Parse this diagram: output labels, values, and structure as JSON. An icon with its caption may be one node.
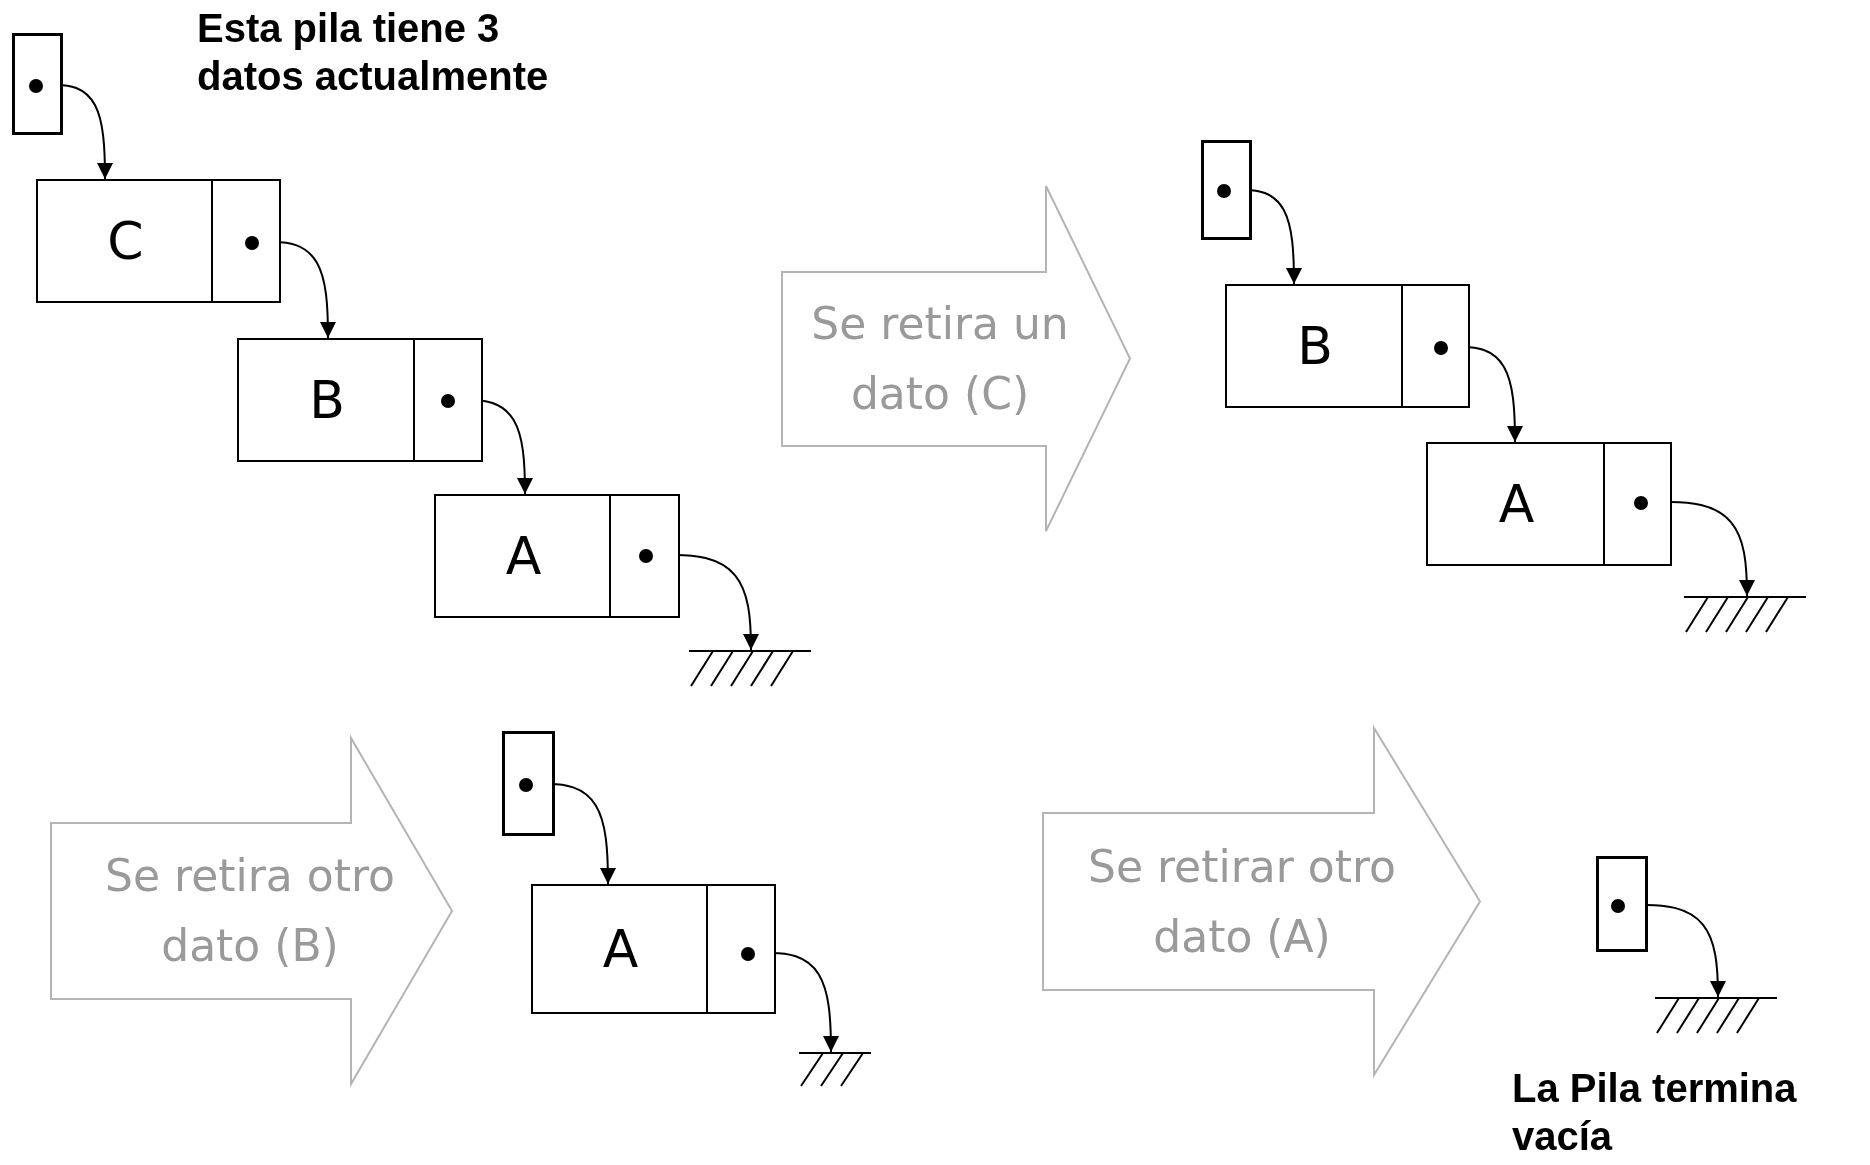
{
  "diagram": {
    "nodes": [
      {
        "text": [],
        "shape": "box"
      },
      {
        "text": [],
        "shape": "circle",
        "in": 0
      },
      {
        "text": [
          "C"
        ]
      },
      {
        "text": [],
        "shape": "circle",
        "in": 2
      },
      {
        "text": [
          "B"
        ]
      },
      {
        "text": [],
        "shape": "circle",
        "in": 4
      },
      {
        "text": [
          "A"
        ]
      },
      {
        "text": [],
        "shape": "circle",
        "in": 6
      },
      {
        "text": [],
        "shape": "ground"
      },
      {
        "text": [
          "Se retira un dato (C)"
        ]
      },
      {
        "text": [],
        "shape": "box"
      },
      {
        "text": [],
        "shape": "circle",
        "in": 10
      },
      {
        "text": [
          "B"
        ]
      },
      {
        "text": [],
        "shape": "circle",
        "in": 12
      },
      {
        "text": [
          "A"
        ]
      },
      {
        "text": [],
        "shape": "circle",
        "in": 14
      },
      {
        "text": [],
        "shape": "ground"
      },
      {
        "text": [
          "Se retira otro dato (B)"
        ]
      },
      {
        "text": [],
        "shape": "box"
      },
      {
        "text": [],
        "shape": "circle",
        "in": 18
      },
      {
        "text": [
          "A"
        ]
      },
      {
        "text": [],
        "shape": "circle",
        "in": 20
      },
      {
        "text": [],
        "shape": "ground"
      },
      {
        "text": [
          "Se retirar otro dato (A)"
        ]
      },
      {
        "text": [],
        "shape": "box"
      },
      {
        "text": [],
        "shape": "circle",
        "in": 24
      },
      {
        "text": [],
        "shape": "ground"
      }
    ],
    "edges": [
      {
        "from": 1,
        "to": 2,
        "arrow": "to"
      },
      {
        "from": 3,
        "to": 4,
        "arrow": "to"
      },
      {
        "from": 5,
        "to": 6,
        "arrow": "to"
      },
      {
        "from": 7,
        "to": 8,
        "arrow": "to"
      },
      {
        "from": 11,
        "to": 12,
        "arrow": "to"
      },
      {
        "from": 13,
        "to": 14,
        "arrow": "to"
      },
      {
        "from": 15,
        "to": 16,
        "arrow": "to"
      },
      {
        "from": 19,
        "to": 20,
        "arrow": "to"
      },
      {
        "from": 21,
        "to": 22,
        "arrow": "to"
      },
      {
        "from": 25,
        "to": 26,
        "arrow": "to"
      }
    ],
    "labels": [
      "Esta pila tiene 3 datos actualmente",
      "La Pila termina vacía"
    ]
  }
}
